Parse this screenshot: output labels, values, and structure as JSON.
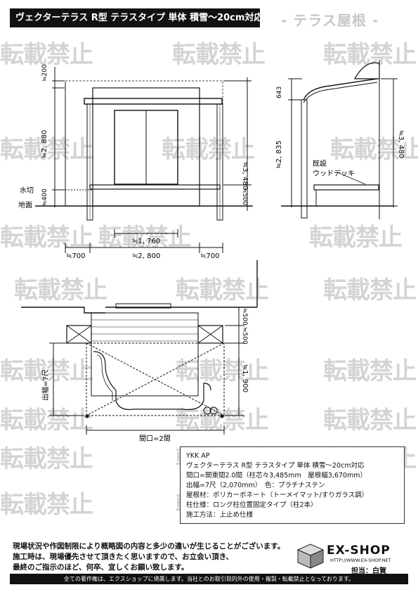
{
  "title": "ヴェクターテラス R型 テラスタイプ 単体 積雪～20cm対応",
  "category": "- テラス屋根 -",
  "watermark": "転載禁止",
  "front_view": {
    "dims": {
      "top_gap": "≒200",
      "height_left": "≒2, 880",
      "height_right": "≒3, 480",
      "ground_level": "≒400",
      "sill_height": "≒500",
      "door_width": "≒1, 760",
      "span_center": "≒2, 800",
      "overhang_left": "≒700",
      "overhang_right": "≒700"
    },
    "labels": {
      "mizukiri": "水切",
      "jimen": "地面"
    }
  },
  "side_view": {
    "dims": {
      "top": "643",
      "left_height": "≒2, 835",
      "right_height": "≒3, 480"
    },
    "callout_line1": "既設",
    "callout_line2": "ウッドデッキ"
  },
  "plan_view": {
    "dims": {
      "edge": "≒500",
      "overhang": "≒500",
      "depth": "≒1, 900"
    },
    "depth_label": "出幅=7尺",
    "width_label": "間口=2間"
  },
  "spec": {
    "maker": "YKK AP",
    "product": "ヴェクターテラス R型 テラスタイプ 単体 積雪～20cm対応",
    "width": "間口=関東間2.0間（柱芯々3,485mm　屋根幅3,670mm）",
    "depth_color": "出幅=7尺（2,070mm）　色：プラチナステン",
    "roof": "屋根材：ポリカーボネート（トーメイマット/すりガラス調）",
    "post": "柱仕様：ロング柱位置固定タイプ（柱2本）",
    "method": "施工方法：上止め仕様"
  },
  "notice": [
    "現場状況や作図制限により概略図の内容と多少の違いが生じることがございます。",
    "施工時は、現場優先させて頂きたく思いますので、お立会い頂き、",
    "最終のご指示のほど、何卒、宜しくお願い致します。"
  ],
  "brand": {
    "name": "EX-SHOP",
    "url": "HTTP://WWW.EX-SHOP.NET",
    "staff": "担当：白賀"
  },
  "copyright": "全ての著作権は、エクスショップに帰属します。当社とのお取引目的外の使用・複製・転載禁止となっております。"
}
